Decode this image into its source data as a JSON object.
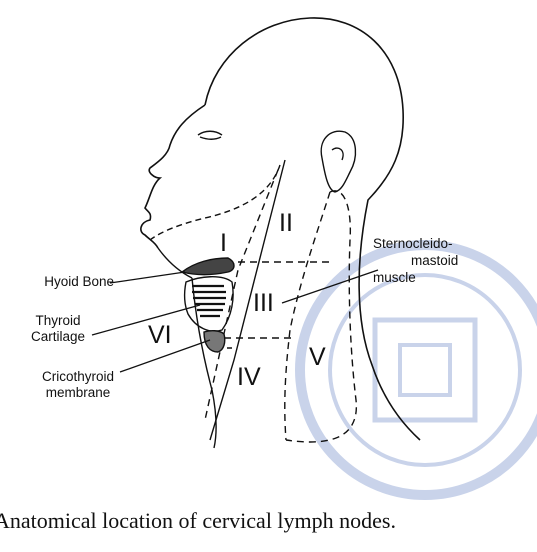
{
  "labels": {
    "hyoid": "Hyoid Bone",
    "thyroid_l1": "Thyroid",
    "thyroid_l2": "Cartilage",
    "crico_l1": "Cricothyroid",
    "crico_l2": "membrane",
    "scm_l1": "Sternocleido-",
    "scm_l2": "mastoid",
    "scm_l3": "muscle"
  },
  "levels": [
    "I",
    "II",
    "III",
    "IV",
    "V",
    "VI"
  ],
  "caption": "Anatomical location of cervical lymph nodes.",
  "colors": {
    "line": "#111111",
    "watermark": "#c9d3ea",
    "background": "#ffffff"
  }
}
